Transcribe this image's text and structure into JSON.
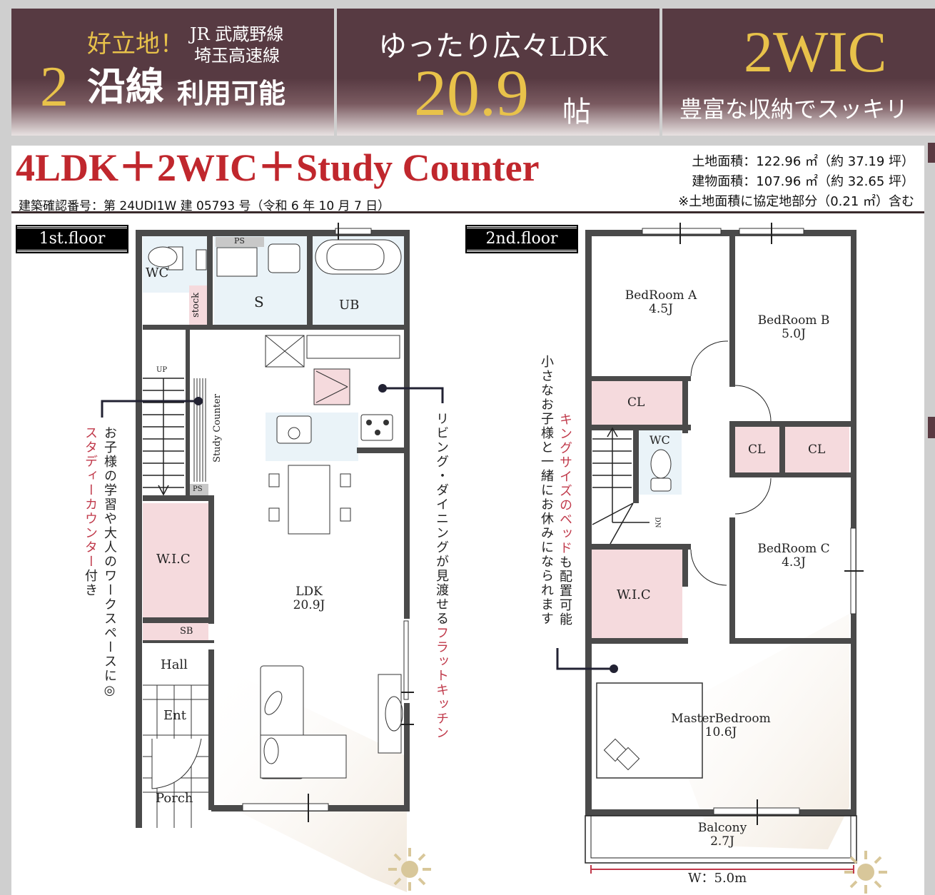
{
  "banner": {
    "panel1": {
      "kicker": "好立地！",
      "lines": [
        "JR 武蔵野線",
        "埼玉高速線"
      ],
      "big_number": "2",
      "big_text": "沿線",
      "suffix": "利用可能"
    },
    "panel2": {
      "heading": "ゆったり広々LDK",
      "big_number": "20.9",
      "unit": "帖"
    },
    "panel3": {
      "big_text": "2WIC",
      "subtext": "豊富な収納でスッキリ"
    }
  },
  "header": {
    "title": "4LDK＋2WIC＋Study Counter",
    "confirmation": "建築確認番号：第 24UDI1W 建 05793 号（令和 6 年 10 月 7 日）",
    "land_area": "土地面積：122.96 ㎡（約 37.19 坪）",
    "building_area": "建物面積：107.96 ㎡（約 32.65 坪）",
    "note": "※土地面積に協定地部分（0.21 ㎡）含む"
  },
  "colors": {
    "banner_bg": "#573a42",
    "gold": "#e8c24a",
    "title_red": "#c0272d",
    "closet_pink": "#f5dadd",
    "wet_blue": "#eaf3f8",
    "wall": "#4a4a4a"
  },
  "floor1": {
    "tag": "1st.floor",
    "rooms": {
      "wc": "WC",
      "ps_top": "PS",
      "stock": "stock",
      "s": "S",
      "ub": "UB",
      "up": "UP",
      "study_counter": "Study Counter",
      "ps_mid": "PS",
      "wic": "W.I.C",
      "sb": "SB",
      "hall": "Hall",
      "ent": "Ent",
      "porch": "Porch",
      "ldk_name": "LDK",
      "ldk_size": "20.9J"
    },
    "callout_study": {
      "black": "お子様の学習や大人のワークスペースに◎",
      "red": "スタディーカウンター",
      "tail": "付き"
    },
    "callout_kitchen": {
      "black": "リビング・ダイニングが見渡せる",
      "red": "フラットキッチン"
    }
  },
  "floor2": {
    "tag": "2nd.floor",
    "rooms": {
      "bedroom_a_name": "BedRoom A",
      "bedroom_a_size": "4.5J",
      "bedroom_b_name": "BedRoom B",
      "bedroom_b_size": "5.0J",
      "cl1": "CL",
      "wc": "WC",
      "cl2": "CL",
      "cl3": "CL",
      "dn": "DN",
      "bedroom_c_name": "BedRoom C",
      "bedroom_c_size": "4.3J",
      "wic": "W.I.C",
      "master_name": "MasterBedroom",
      "master_size": "10.6J",
      "balcony_name": "Balcony",
      "balcony_size": "2.7J"
    },
    "width_label": "W：5.0m",
    "callout_master": {
      "line1": "小さなお子様と一緒にお休みになられます",
      "red": "キングサイズのベッド",
      "tail": "も配置可能"
    }
  }
}
